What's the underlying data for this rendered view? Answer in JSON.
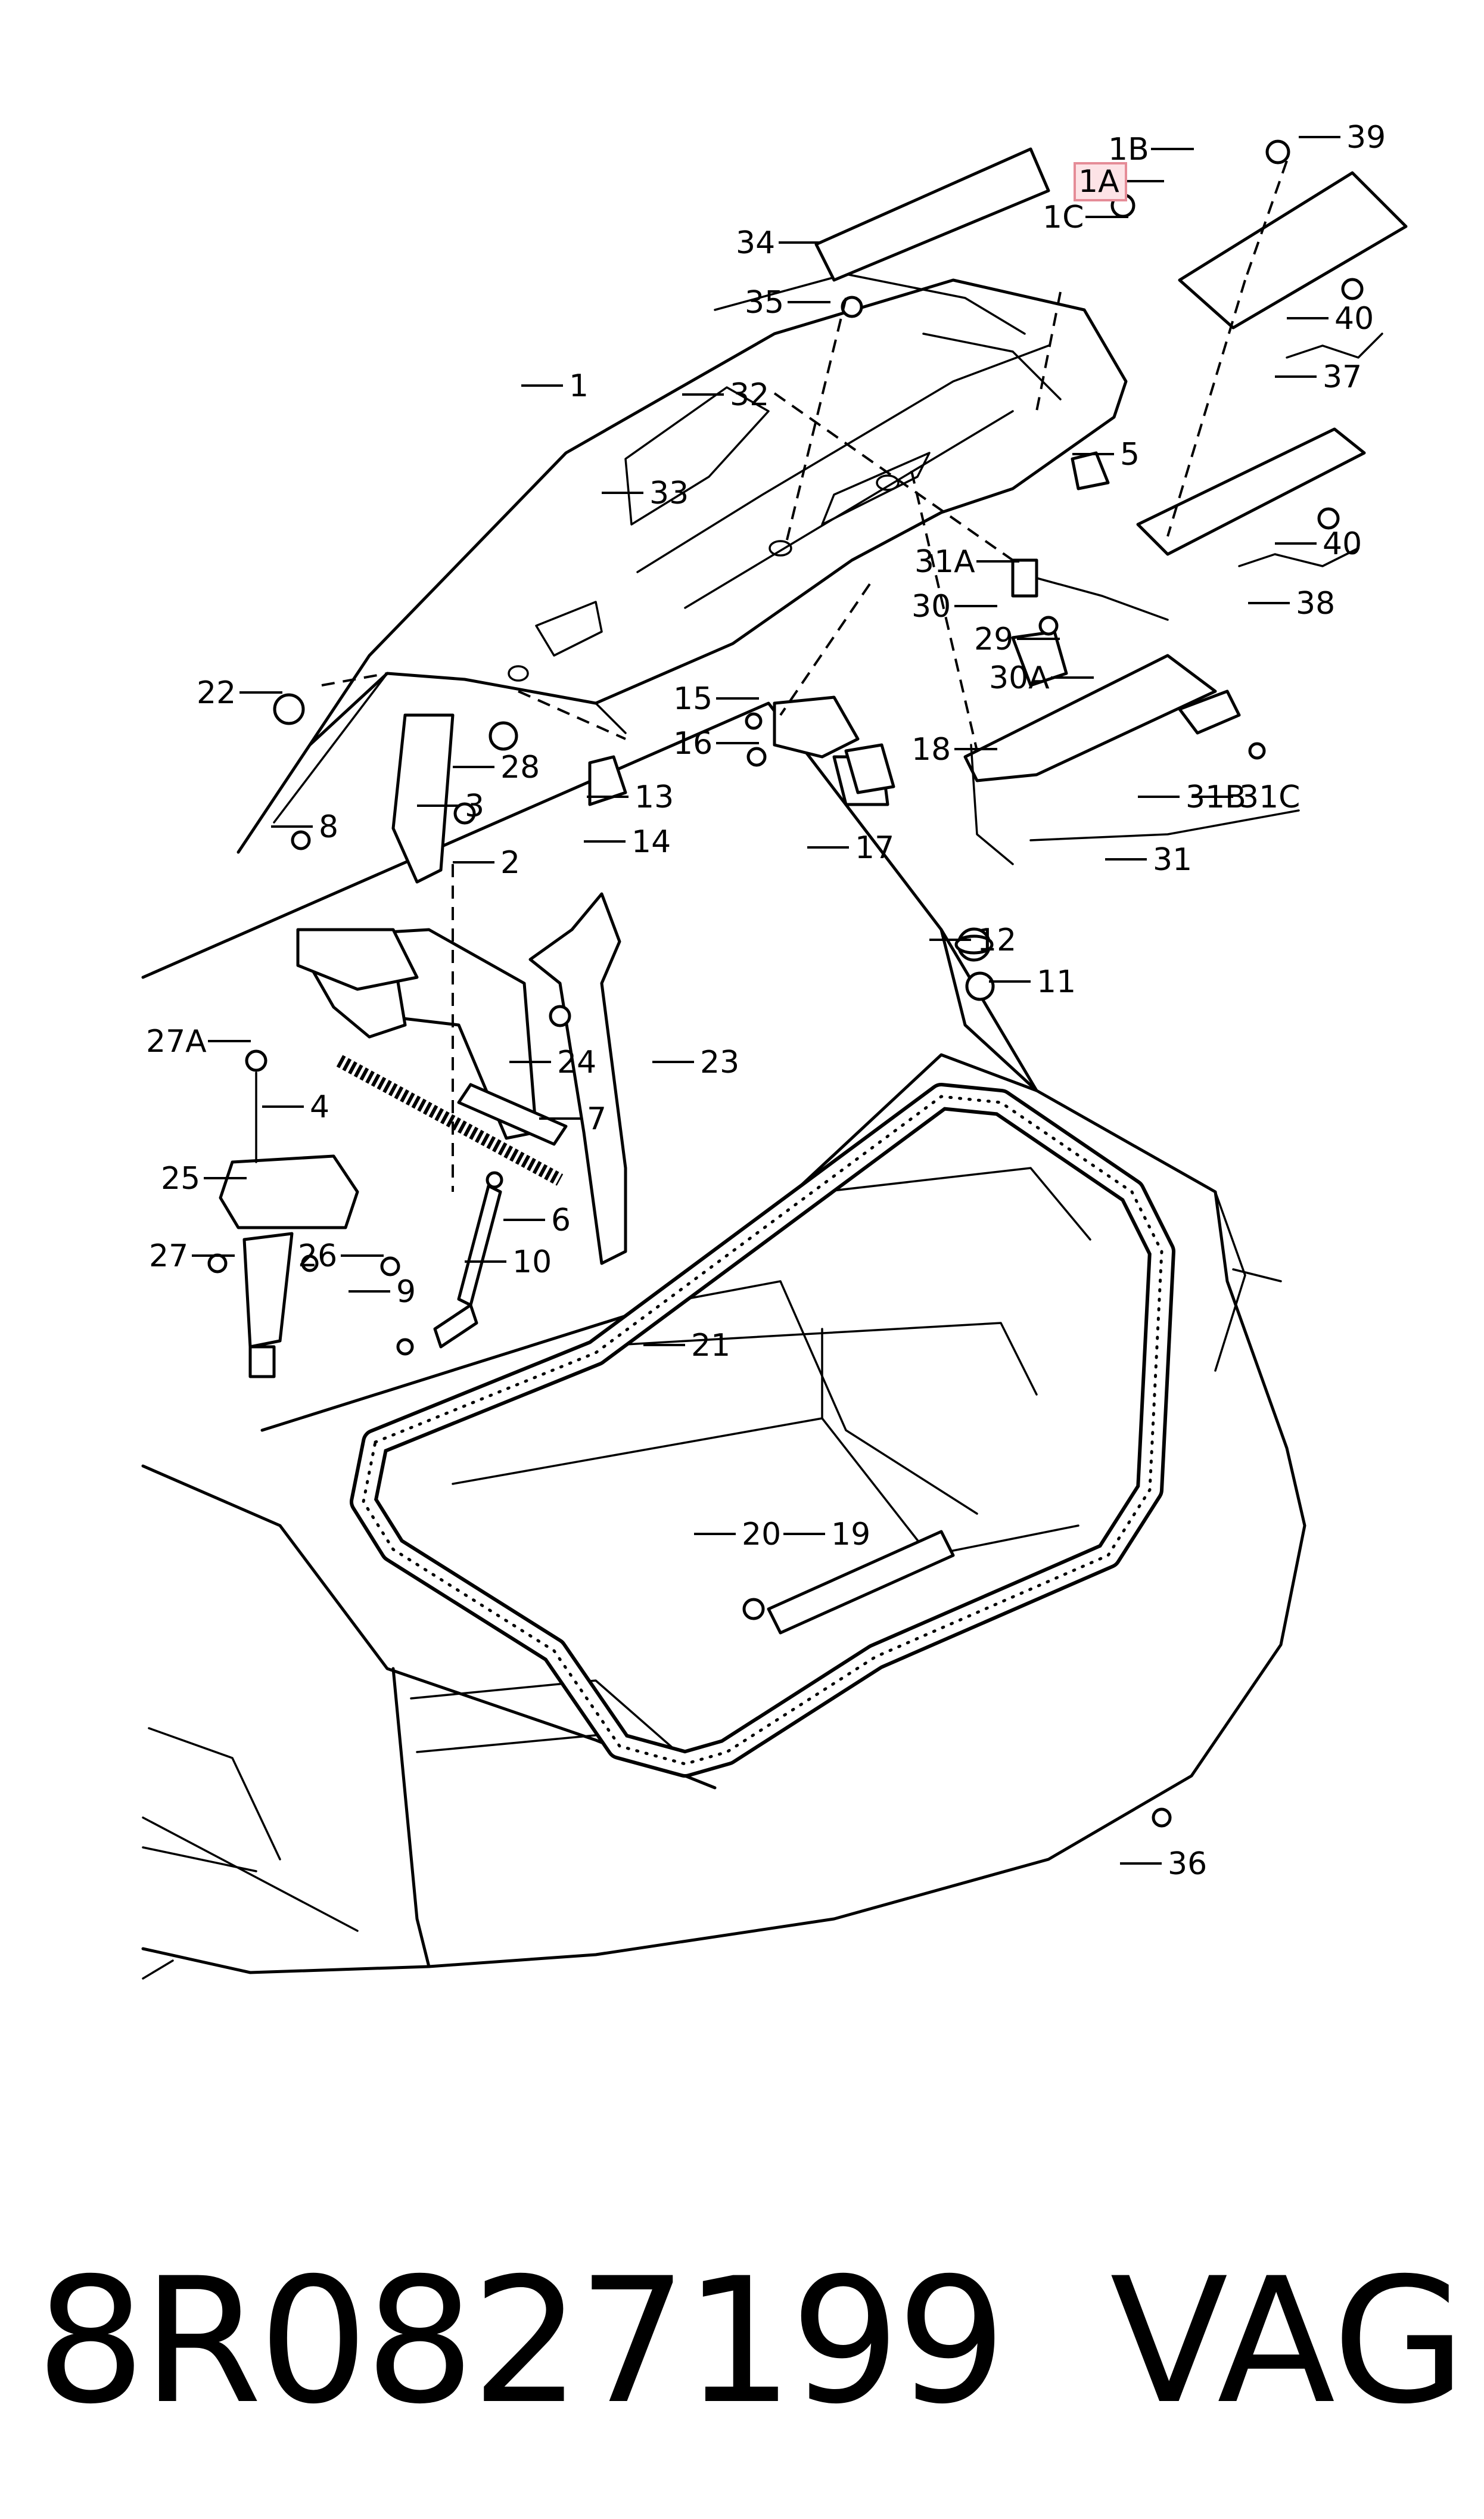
{
  "diagram": {
    "callouts": [
      "1B",
      "1A",
      "1C",
      "39",
      "34",
      "35",
      "40",
      "37",
      "1",
      "32",
      "33",
      "5",
      "31A",
      "40",
      "38",
      "30",
      "29",
      "30A",
      "22",
      "15",
      "16",
      "18",
      "31B",
      "31C",
      "13",
      "28",
      "3",
      "8",
      "14",
      "17",
      "31",
      "2",
      "12",
      "11",
      "27A",
      "24",
      "23",
      "7",
      "4",
      "25",
      "6",
      "27",
      "26",
      "10",
      "9",
      "21",
      "20",
      "19",
      "36"
    ],
    "highlighted_callout": "1A"
  },
  "footer": {
    "part_number": "8R0827199",
    "brand": "VAG"
  }
}
